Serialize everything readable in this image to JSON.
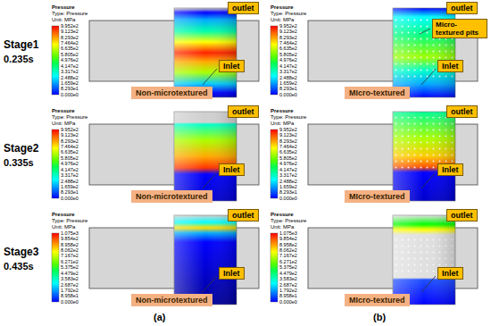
{
  "diagram": {
    "nodes": [
      {
        "text": [
          "outlet"
        ]
      },
      {
        "text": [
          "Inlet"
        ]
      },
      {
        "text": [
          "Non-microtextured"
        ]
      },
      {
        "text": [
          "outlet"
        ]
      },
      {
        "text": [
          "Micro-textured pits"
        ]
      },
      {
        "text": [
          "Inlet"
        ]
      },
      {
        "text": [
          "MIcro-textured"
        ]
      },
      {
        "text": [
          "outlet"
        ]
      },
      {
        "text": [
          "Inlet"
        ]
      },
      {
        "text": [
          "Non-microtextured"
        ]
      },
      {
        "text": [
          "outlet"
        ]
      },
      {
        "text": [
          "Inlet"
        ]
      },
      {
        "text": [
          "MIcro-textured"
        ]
      },
      {
        "text": [
          "outlet"
        ]
      },
      {
        "text": [
          "Inlet"
        ]
      },
      {
        "text": [
          "Non-microtextured"
        ]
      },
      {
        "text": [
          "outlet"
        ]
      },
      {
        "text": [
          "Inlet"
        ]
      },
      {
        "text": [
          "MIcro-textured"
        ]
      }
    ],
    "labels": [
      "Stage1",
      "0.235s",
      "Pressure",
      "Type: Pressure",
      "Unit: MPa",
      "9.952e2",
      "9.123e2",
      "8.293e2",
      "7.464e2",
      "6.635e2",
      "5.805e2",
      "4.976e2",
      "4.147e2",
      "3.317e2",
      "2.488e2",
      "1.659e2",
      "8.293e1",
      "0.000e0",
      "Pressure",
      "Type: Pressure",
      "Unit: MPa",
      "9.952e2",
      "9.123e2",
      "8.293e2",
      "7.464e2",
      "6.635e2",
      "5.805e2",
      "4.976e2",
      "4.147e2",
      "3.317e2",
      "2.488e2",
      "1.659e2",
      "8.293e1",
      "0.000e0",
      "Stage2",
      "0.335s",
      "Pressure",
      "Type: Pressure",
      "Unit: MPa",
      "9.952e2",
      "9.123e2",
      "8.293e2",
      "7.464e2",
      "6.635e2",
      "5.805e2",
      "4.976e2",
      "4.147e2",
      "3.317e2",
      "2.488e2",
      "1.659e2",
      "8.293e1",
      "0.000e0",
      "Pressure",
      "Type: Pressure",
      "Unit: MPa",
      "9.952e2",
      "9.123e2",
      "8.293e2",
      "7.464e2",
      "6.635e2",
      "5.805e2",
      "4.976e2",
      "4.147e2",
      "3.317e2",
      "2.488e2",
      "1.659e2",
      "8.293e1",
      "0.000e0",
      "Stage3",
      "0.435s",
      "Pressure",
      "Type: Pressure",
      "Unit: MPa",
      "1.075e3",
      "9.854e2",
      "8.958e2",
      "8.062e2",
      "7.167e2",
      "6.271e2",
      "5.375e2",
      "4.479e2",
      "3.583e2",
      "2.687e2",
      "1.792e2",
      "8.958e1",
      "0.000e0",
      "Pressure",
      "Type: Pressure",
      "Unit: MPa",
      "1.075e3",
      "9.854e2",
      "8.958e2",
      "8.062e2",
      "7.167e2",
      "6.271e2",
      "5.375e2",
      "4.479e2",
      "3.583e2",
      "2.687e2",
      "1.792e2",
      "8.958e1",
      "0.000e0",
      "(a)",
      "(b)"
    ]
  }
}
